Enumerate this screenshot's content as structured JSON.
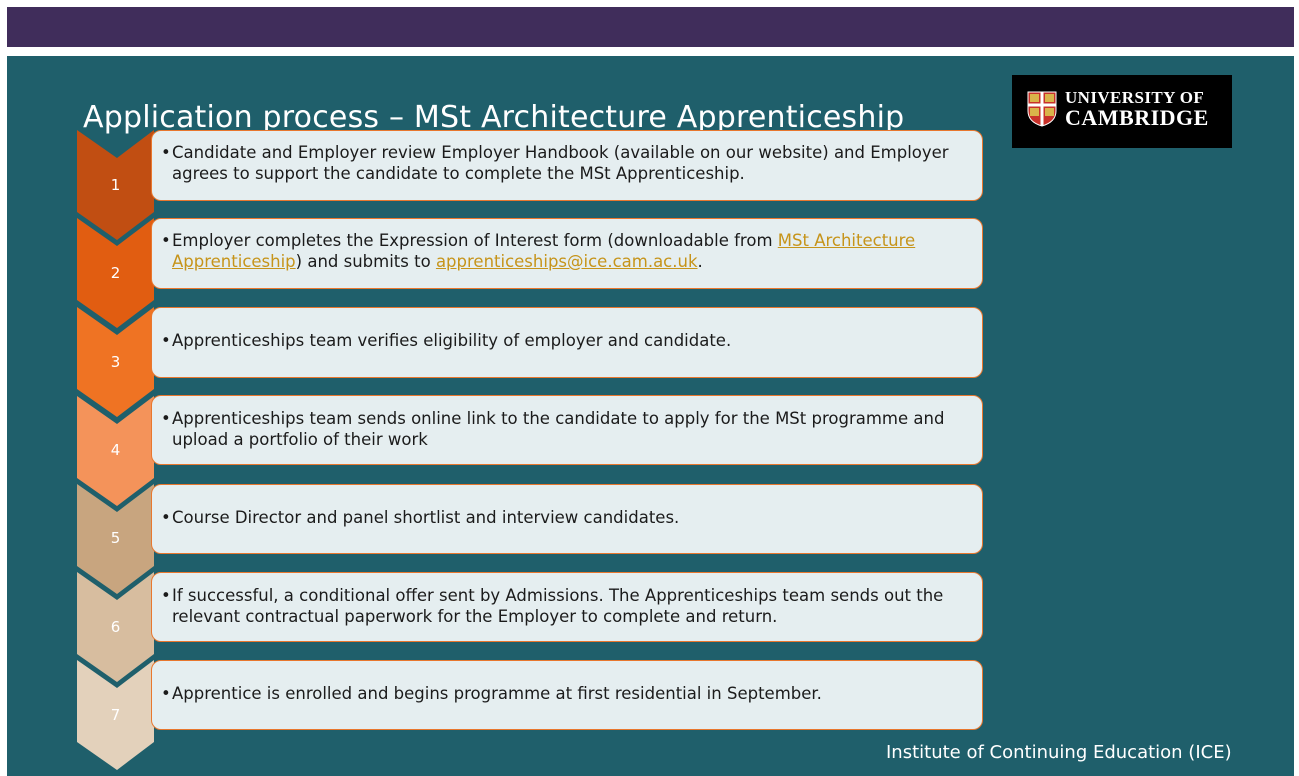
{
  "slide": {
    "title": "Application process – MSt Architecture Apprenticeship",
    "logo": {
      "line1": "UNIVERSITY OF",
      "line2": "CAMBRIDGE"
    },
    "footer": "Institute of Continuing Education (ICE)"
  },
  "steps": [
    {
      "number": "1",
      "color": "#c14e12",
      "text": "Candidate and Employer review Employer Handbook (available on our website) and Employer agrees to  support the candidate to complete the MSt Apprenticeship."
    },
    {
      "number": "2",
      "color": "#e15d11",
      "text_before": "Employer completes the Expression of Interest form (downloadable from ",
      "link1": "MSt Architecture Apprenticeship",
      "text_middle": ") and submits to ",
      "link2": "apprenticeships@ice.cam.ac.uk",
      "text_after": "."
    },
    {
      "number": "3",
      "color": "#ef7323",
      "text": "Apprenticeships team verifies eligibility of employer and candidate."
    },
    {
      "number": "4",
      "color": "#f4935a",
      "text": "Apprenticeships team sends online link to the candidate to apply for the MSt programme and upload a portfolio of their work"
    },
    {
      "number": "5",
      "color": "#c8a57f",
      "text": "Course Director and panel shortlist and interview candidates."
    },
    {
      "number": "6",
      "color": "#d7bd9f",
      "text": "If successful, a conditional offer sent by Admissions. The Apprenticeships team sends out the relevant contractual paperwork for the Employer to complete and return."
    },
    {
      "number": "7",
      "color": "#e3d1bb",
      "text": "Apprentice is enrolled and begins programme at first residential in September."
    }
  ],
  "colors": {
    "top_bar": "#402d5b",
    "slide_bg": "#1f5f6b",
    "box_bg": "#e5eef0",
    "box_border": "#e8772e",
    "link": "#c6941a"
  }
}
